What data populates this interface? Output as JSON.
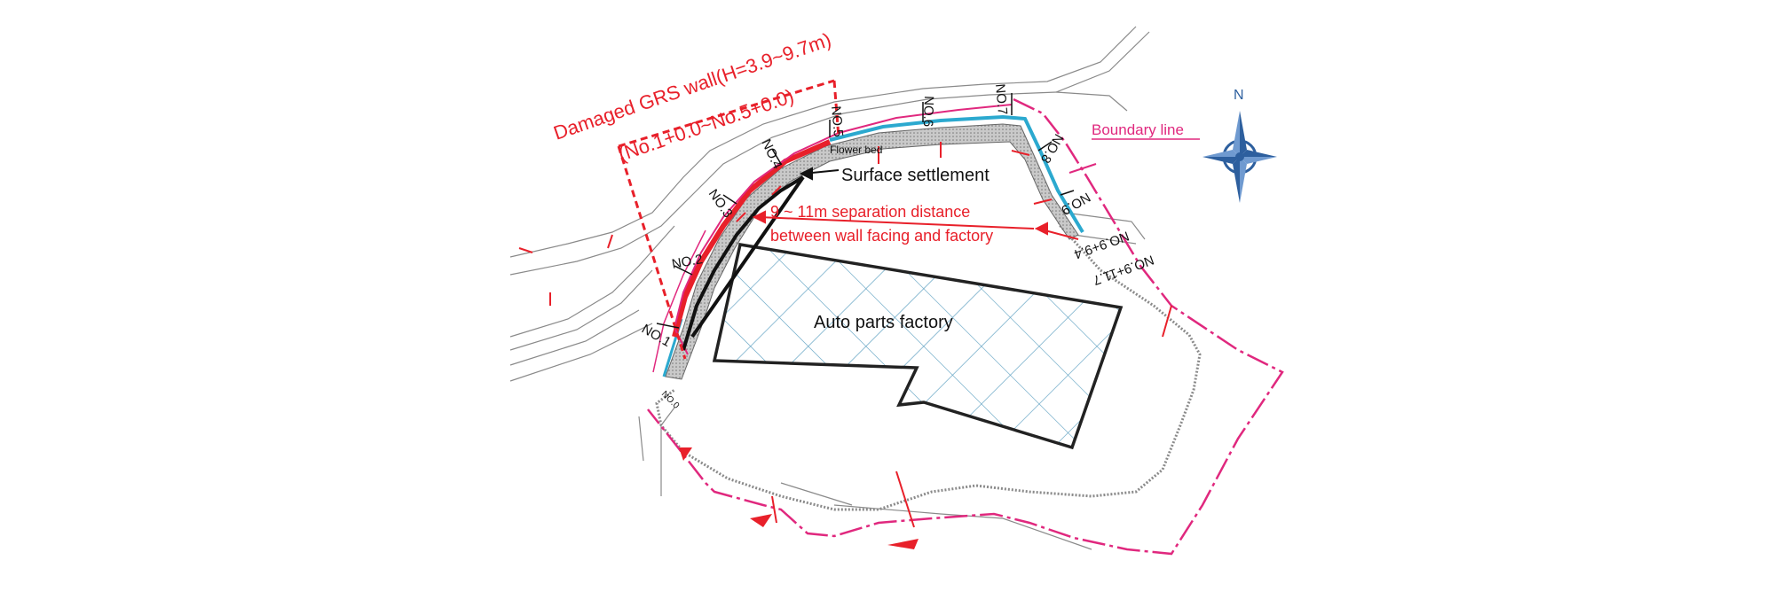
{
  "labels": {
    "damaged_wall_title": "Damaged GRS wall(H=3.9~9.7m)",
    "damaged_wall_range": "(No.1+0.0~No.5+0.0)",
    "boundary_line": "Boundary line",
    "flower_bed": "Flower bed",
    "surface_settlement": "Surface settlement",
    "separation_line1": "9 ~ 11m separation distance",
    "separation_line2": "between wall facing and factory",
    "factory": "Auto parts factory",
    "north": "N"
  },
  "stations": [
    "NO.1",
    "NO.2",
    "NO.3",
    "NO.4",
    "NO.5",
    "NO.6",
    "NO.7",
    "NO.8",
    "NO.9",
    "NO.9+9.4",
    "NO.9+11.7",
    "NO.0"
  ],
  "colors": {
    "damaged_red": "#e8202a",
    "boundary_magenta": "#e0287e",
    "wall_cyan": "#2ba9cf",
    "factory_outline": "#222222",
    "factory_hatch": "#5a9ec0",
    "compass_blue": "#2d5f9e",
    "line_gray": "#8a8a8a"
  }
}
